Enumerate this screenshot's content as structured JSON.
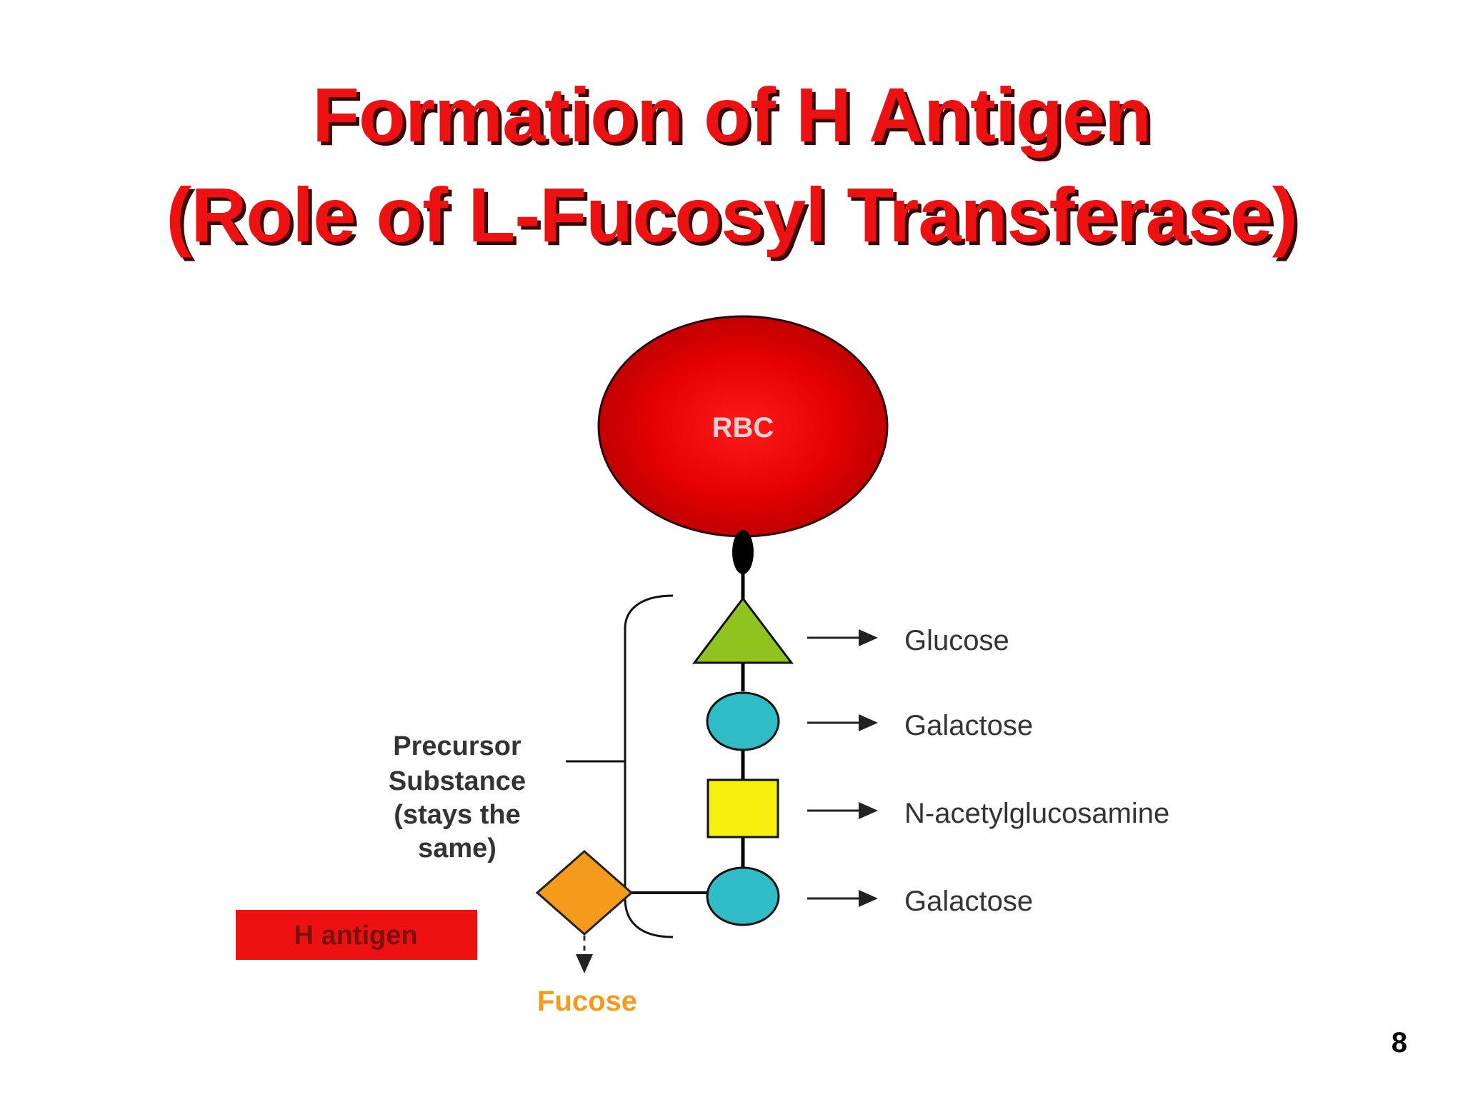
{
  "title": {
    "line1": "Formation of H Antigen",
    "line2": "(Role of L-Fucosyl Transferase)"
  },
  "diagram": {
    "cell_label": "RBC",
    "chain": [
      {
        "shape": "triangle",
        "color": "#8fc31f",
        "label": "Glucose"
      },
      {
        "shape": "circle",
        "color": "#2fbcc6",
        "label": "Galactose"
      },
      {
        "shape": "square",
        "color": "#f7f00f",
        "label": "N-acetylglucosamine"
      },
      {
        "shape": "circle",
        "color": "#2fbcc6",
        "label": "Galactose"
      }
    ],
    "precursor_label": [
      "Precursor",
      "Substance",
      "(stays the",
      "same)"
    ],
    "fucose_label": "Fucose",
    "fucose_color": "#f59a1a",
    "h_antigen_label": "H antigen",
    "h_antigen_color": "#ee1111",
    "rbc_color": "#e60000"
  },
  "page_number": "8"
}
